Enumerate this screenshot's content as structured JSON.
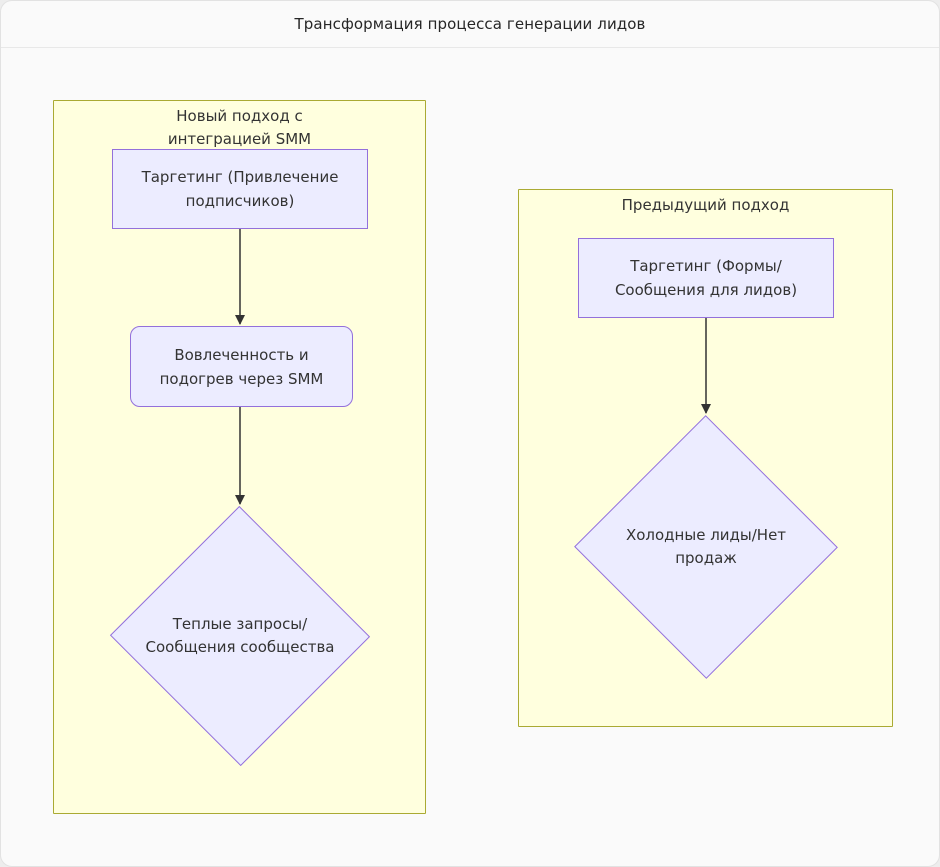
{
  "window": {
    "title": "Трансформация процесса генерации лидов"
  },
  "colors": {
    "card_bg": "#fafafa",
    "card_border": "#e2e2e2",
    "cluster_fill": "#ffffde",
    "cluster_border": "#aaaa33",
    "node_fill": "#ececff",
    "node_border": "#9370db",
    "arrow": "#333333",
    "text": "#333333"
  },
  "diagram": {
    "clusters": [
      {
        "id": "new-approach",
        "title_lines": [
          "Новый подход с",
          "интеграцией SMM"
        ],
        "nodes": [
          {
            "shape": "rectangle",
            "lines": [
              "Таргетинг (Привлечение",
              "подписчиков)"
            ]
          },
          {
            "shape": "rounded",
            "lines": [
              "Вовлеченность и",
              "подогрев через SMM"
            ]
          },
          {
            "shape": "diamond",
            "lines": [
              "Теплые запросы/",
              "Сообщения сообщества"
            ]
          }
        ]
      },
      {
        "id": "previous-approach",
        "title_lines": [
          "Предыдущий подход"
        ],
        "nodes": [
          {
            "shape": "rectangle",
            "lines": [
              "Таргетинг (Формы/",
              "Сообщения для лидов)"
            ]
          },
          {
            "shape": "diamond",
            "lines": [
              "Холодные лиды/Нет",
              "продаж"
            ]
          }
        ]
      }
    ],
    "edges": [
      {
        "from": "Таргетинг (Привлечение подписчиков)",
        "to": "Вовлеченность и подогрев через SMM",
        "label": ""
      },
      {
        "from": "Вовлеченность и подогрев через SMM",
        "to": "Теплые запросы/Сообщения сообщества",
        "label": ""
      },
      {
        "from": "Таргетинг (Формы/Сообщения для лидов)",
        "to": "Холодные лиды/Нет продаж",
        "label": ""
      }
    ]
  }
}
